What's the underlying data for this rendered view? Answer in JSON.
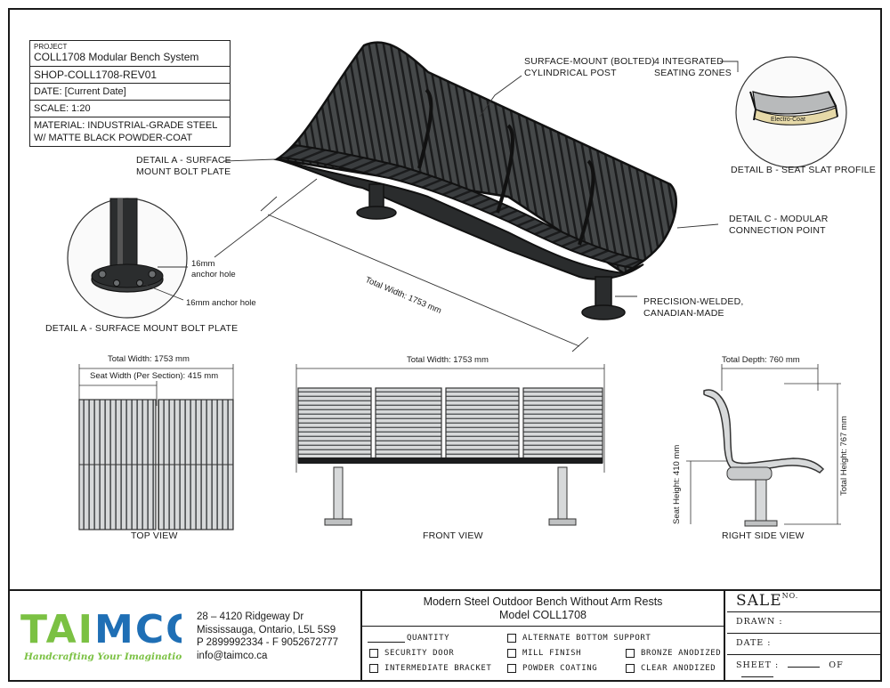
{
  "project_block": {
    "project_label": "PROJECT",
    "project_name": "COLL1708 Modular Bench System",
    "shop_ref": "SHOP-COLL1708-REV01",
    "date": "DATE: [Current Date]",
    "scale": "SCALE: 1:20",
    "material_line1": "MATERIAL: INDUSTRIAL-GRADE STEEL",
    "material_line2": "W/ MATTE BLACK POWDER-COAT"
  },
  "callouts": {
    "surface_mount_line1": "SURFACE-MOUNT (BOLTED)",
    "surface_mount_line2": "CYLINDRICAL POST",
    "zones_line1": "4 INTEGRATED",
    "zones_line2": "SEATING ZONES",
    "detail_a_call_line1": "DETAIL A - SURFACE",
    "detail_a_call_line2": "MOUNT BOLT PLATE",
    "detail_c_line1": "DETAIL C - MODULAR",
    "detail_c_line2": "CONNECTION POINT",
    "welded_line1": "PRECISION-WELDED,",
    "welded_line2": "CANADIAN-MADE",
    "total_width_iso": "Total Width: 1753 mm"
  },
  "detail_a": {
    "anchor_upper_line1": "16mm",
    "anchor_upper_line2": "anchor hole",
    "anchor_lower": "16mm anchor hole",
    "caption": "DETAIL A - SURFACE MOUNT BOLT PLATE"
  },
  "detail_b": {
    "inner_label": "Electro-Coat",
    "caption": "DETAIL B - SEAT SLAT PROFILE"
  },
  "views": {
    "top": {
      "total_width": "Total Width: 1753 mm",
      "seat_width": "Seat Width (Per Section): 415 mm",
      "caption": "TOP VIEW"
    },
    "front": {
      "total_width": "Total Width: 1753 mm",
      "caption": "FRONT VIEW"
    },
    "side": {
      "total_depth": "Total Depth: 760 mm",
      "seat_height": "Seat Height: 410 mm",
      "total_height": "Total Height: 767 mm",
      "caption": "RIGHT SIDE VIEW"
    }
  },
  "title_block": {
    "logo_text": "TAIMCO",
    "tagline": "Handcrafting Your Imagination",
    "address_line1": "28 – 4120 Ridgeway Dr",
    "address_line2": "Mississauga, Ontario, L5L 5S9",
    "phone": "P 2899992334 - F 9052672777",
    "email": "info@taimco.ca",
    "product_title": "Modern Steel Outdoor Bench Without Arm Rests",
    "model": "Model COLL1708",
    "quantity_label": "QUANTITY",
    "options": [
      "SECURITY DOOR",
      "INTERMEDIATE BRACKET",
      "ALTERNATE BOTTOM SUPPORT",
      "MILL FINISH",
      "POWDER COATING",
      "BRONZE ANODIZED",
      "CLEAR ANODIZED"
    ],
    "sale_label": "SALE",
    "sale_no": "NO.",
    "drawn_label": "DRAWN :",
    "date_label": "DATE :",
    "sheet_label": "SHEET :",
    "of_label": "OF"
  },
  "colors": {
    "logo_green": "#7bc143",
    "logo_blue": "#1f6fb5",
    "steel_dark": "#2b2d2e",
    "steel_light": "#c9cbcc"
  }
}
